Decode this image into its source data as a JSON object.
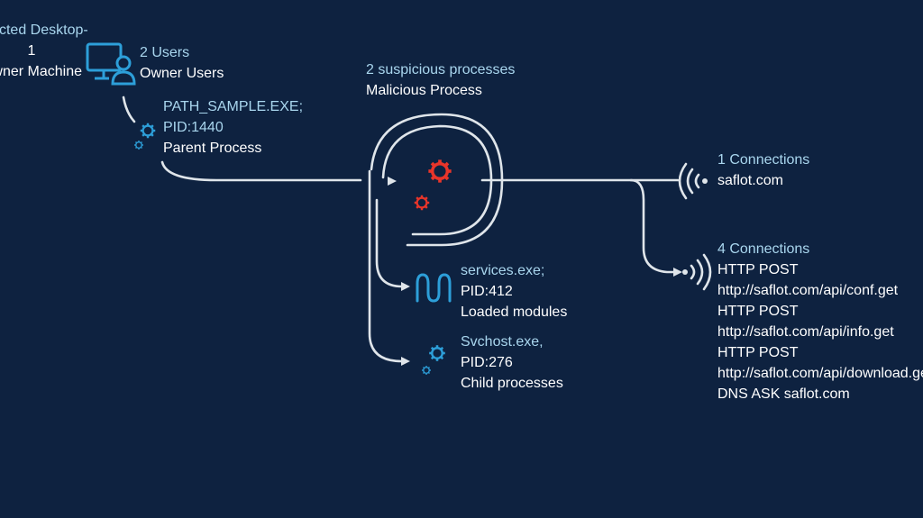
{
  "colors": {
    "background": "#0e2240",
    "line": "#dfe5ea",
    "accent_blue": "#2d9fd9",
    "accent_red": "#e8352a",
    "label_highlight": "#a9d6ee",
    "label_text": "#ffffff"
  },
  "machine": {
    "title_line1": "Infected Desktop-",
    "title_line2": "1",
    "subtitle": "Owner Machine",
    "icon": "computer-user-icon"
  },
  "users": {
    "count": "2 Users",
    "label": "Owner Users"
  },
  "parent_process": {
    "name": "PATH_SAMPLE.EXE;",
    "pid": "PID:1440",
    "label": "Parent Process",
    "icon": "gears-icon"
  },
  "malicious": {
    "count": "2 suspicious processes",
    "label": "Malicious Process",
    "icon": "gears-icon"
  },
  "module": {
    "name": "services.exe;",
    "pid": "PID:412",
    "label": "Loaded modules",
    "icon": "module-wave-icon"
  },
  "child": {
    "name": "Svchost.exe,",
    "pid": "PID:276",
    "label": "Child processes",
    "icon": "gears-icon"
  },
  "connections1": {
    "count": "1 Connections",
    "host": "saflot.com",
    "icon": "signal-icon"
  },
  "connections4": {
    "count": "4 Connections",
    "items": [
      "HTTP POST",
      "http://saflot.com/api/conf.get",
      "HTTP POST",
      "http://saflot.com/api/info.get",
      "HTTP POST",
      "http://saflot.com/api/download.get",
      "DNS ASK saflot.com"
    ],
    "icon": "signal-icon"
  }
}
